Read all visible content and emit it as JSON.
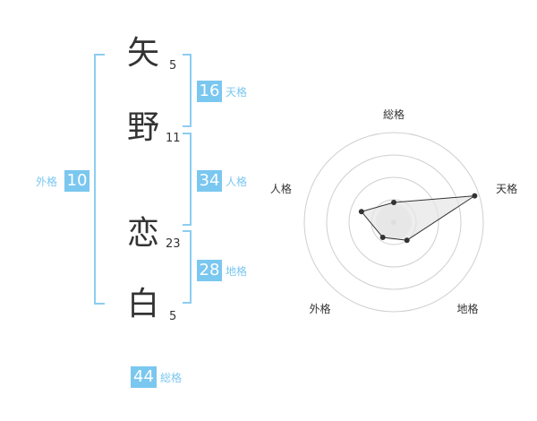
{
  "name": {
    "chars": [
      {
        "char": "矢",
        "strokes": "5"
      },
      {
        "char": "野",
        "strokes": "11"
      },
      {
        "char": "恋",
        "strokes": "23"
      },
      {
        "char": "白",
        "strokes": "5"
      }
    ]
  },
  "kakusu": {
    "tenkaku": {
      "value": "16",
      "label": "天格"
    },
    "jinkaku": {
      "value": "34",
      "label": "人格"
    },
    "chikaku": {
      "value": "28",
      "label": "地格"
    },
    "gaikaku": {
      "value": "10",
      "label": "外格"
    },
    "soukaku": {
      "value": "44",
      "label": "総格"
    }
  },
  "colors": {
    "accent": "#7ac7f0",
    "bracket": "#8ccdf2",
    "text": "#333333"
  },
  "chart_data": {
    "type": "radar",
    "axes": [
      "総格",
      "天格",
      "地格",
      "外格",
      "人格"
    ],
    "rings": 4,
    "values": [
      0.22,
      0.95,
      0.25,
      0.21,
      0.38
    ],
    "fill": "#e6e6e6",
    "line": "#333333"
  }
}
